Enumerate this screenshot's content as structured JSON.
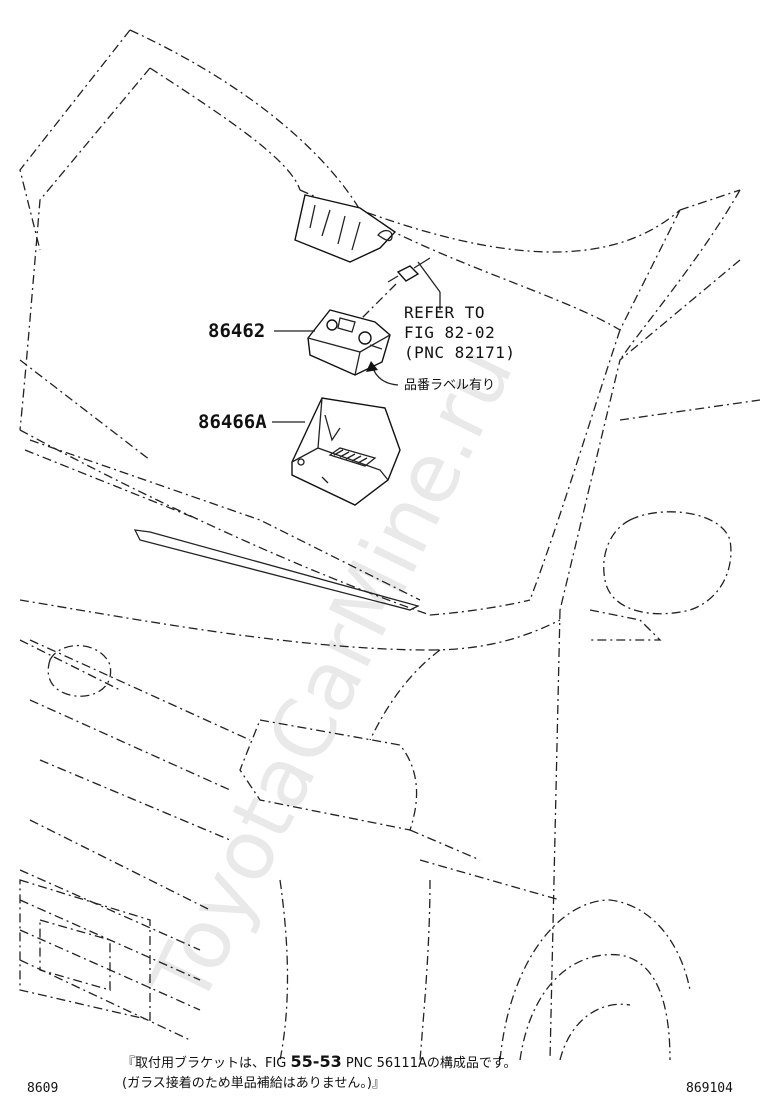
{
  "labels": {
    "part_86462": "86462",
    "part_86466A": "86466A",
    "refer_line1": "REFER TO",
    "refer_line2": "FIG 82-02",
    "refer_line3": "(PNC 82171)",
    "label_note": "品番ラベル有り"
  },
  "footnote": {
    "line1_prefix": "『取付用ブラケットは、FIG ",
    "line1_fig": "55-53",
    "line1_suffix": " PNC 56111Aの構成品です。",
    "line2": "(ガラス接着のため単品補給はありません。)』"
  },
  "codes": {
    "left": "8609",
    "right": "869104"
  },
  "watermark": "ToyotaCarMine.ru"
}
